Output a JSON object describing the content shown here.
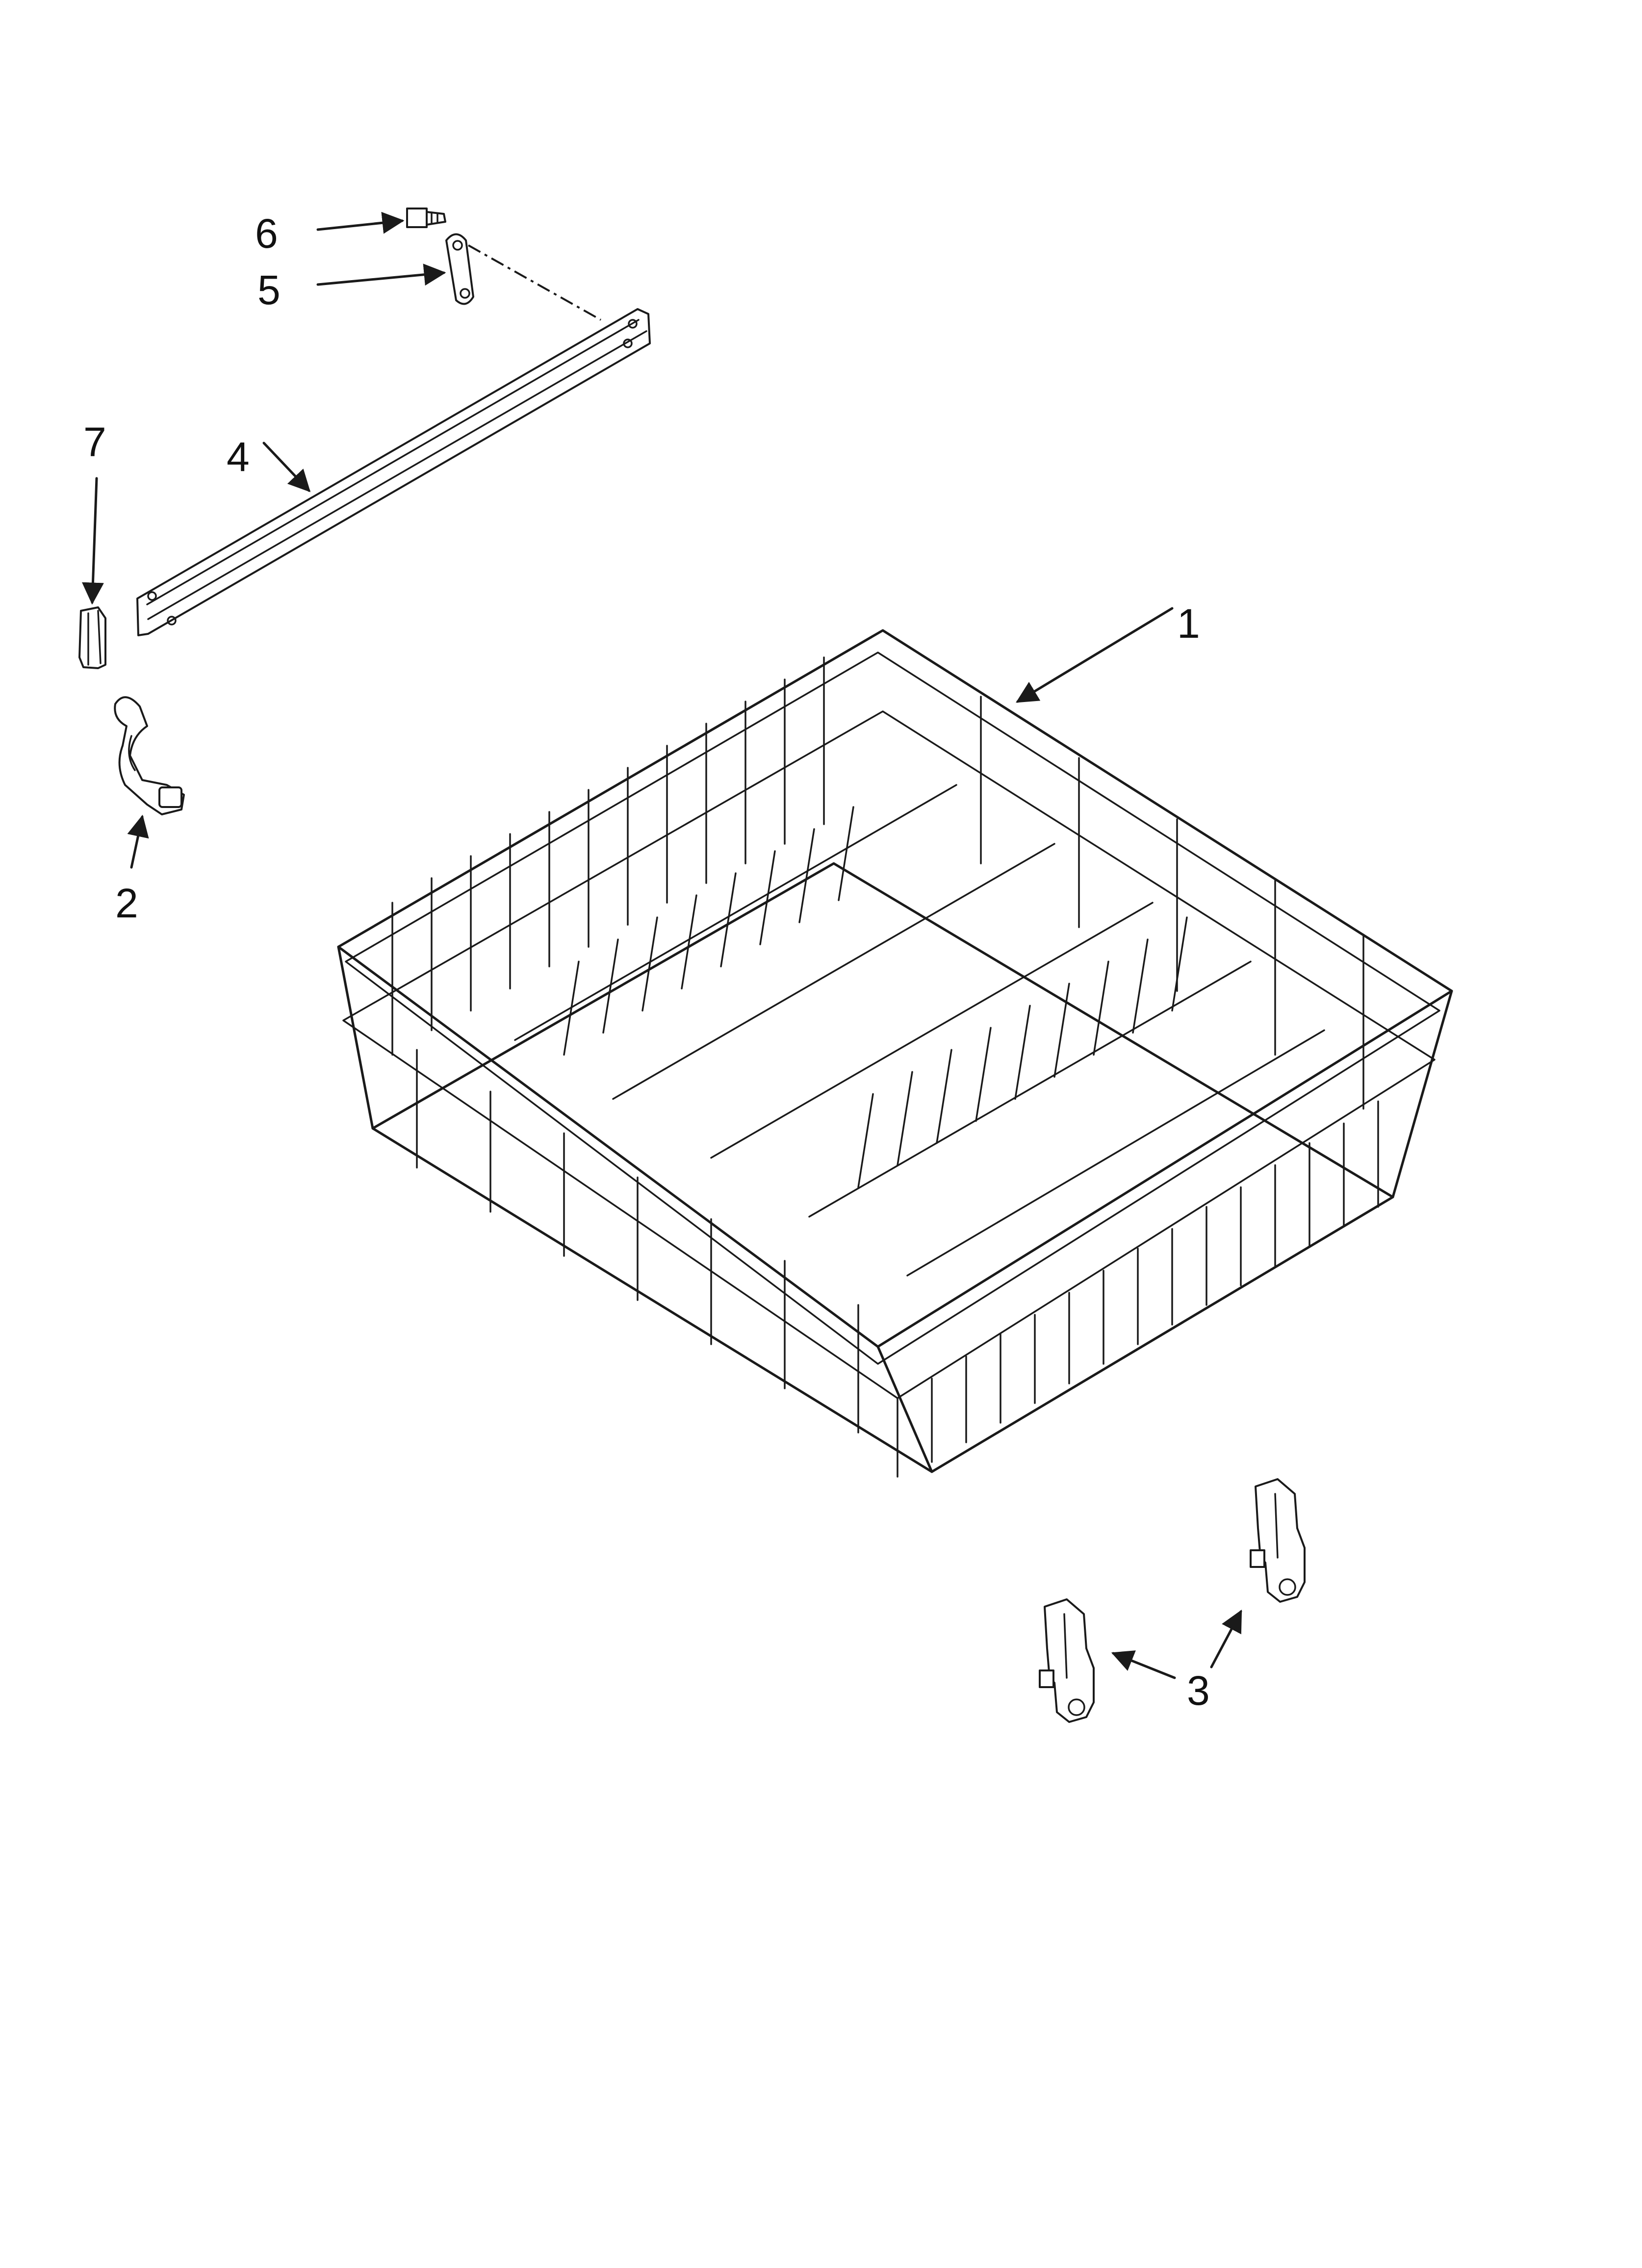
{
  "diagram": {
    "callouts": [
      {
        "id": "1",
        "label": "1",
        "part": "upper-dishrack"
      },
      {
        "id": "2",
        "label": "2",
        "part": "rack-stop-clip"
      },
      {
        "id": "3",
        "label": "3",
        "part": "rack-roller-assembly"
      },
      {
        "id": "4",
        "label": "4",
        "part": "rack-track"
      },
      {
        "id": "5",
        "label": "5",
        "part": "track-end-plate"
      },
      {
        "id": "6",
        "label": "6",
        "part": "screw"
      },
      {
        "id": "7",
        "label": "7",
        "part": "track-end-cap"
      }
    ],
    "colors": {
      "line": "#1a1a1a",
      "background": "#ffffff"
    }
  }
}
